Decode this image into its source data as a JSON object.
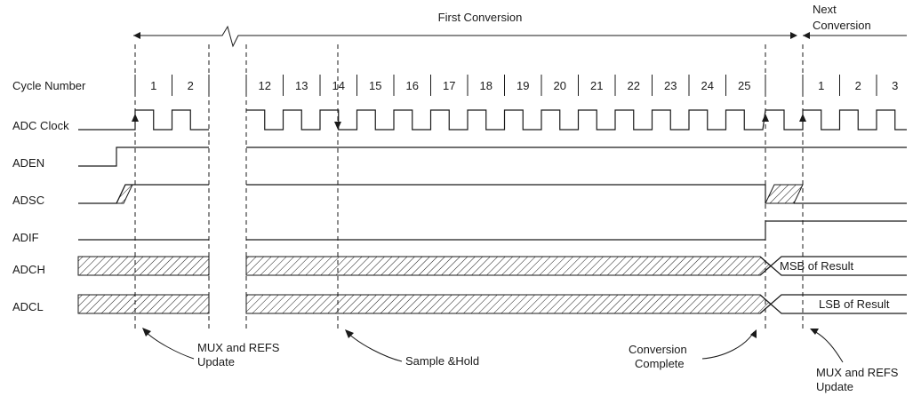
{
  "header": {
    "first_conversion": "First Conversion",
    "next_conversion_line1": "Next",
    "next_conversion_line2": "Conversion"
  },
  "cycle_label": "Cycle Number",
  "cycles_first": [
    "1",
    "2"
  ],
  "cycles_mid": [
    "12",
    "13",
    "14",
    "15",
    "16",
    "17",
    "18",
    "19",
    "20",
    "21",
    "22",
    "23",
    "24",
    "25"
  ],
  "cycles_next": [
    "1",
    "2",
    "3"
  ],
  "signals": {
    "adc_clock": "ADC Clock",
    "aden": "ADEN",
    "adsc": "ADSC",
    "adif": "ADIF",
    "adch": "ADCH",
    "adcl": "ADCL"
  },
  "results": {
    "msb": "MSB of Result",
    "lsb": "LSB of Result"
  },
  "annotations": {
    "mux_refs_1_line1": "MUX and REFS",
    "mux_refs_1_line2": "Update",
    "sample_hold": "Sample &Hold",
    "conv_complete_line1": "Conversion",
    "conv_complete_line2": "Complete",
    "mux_refs_2_line1": "MUX and REFS",
    "mux_refs_2_line2": "Update"
  }
}
